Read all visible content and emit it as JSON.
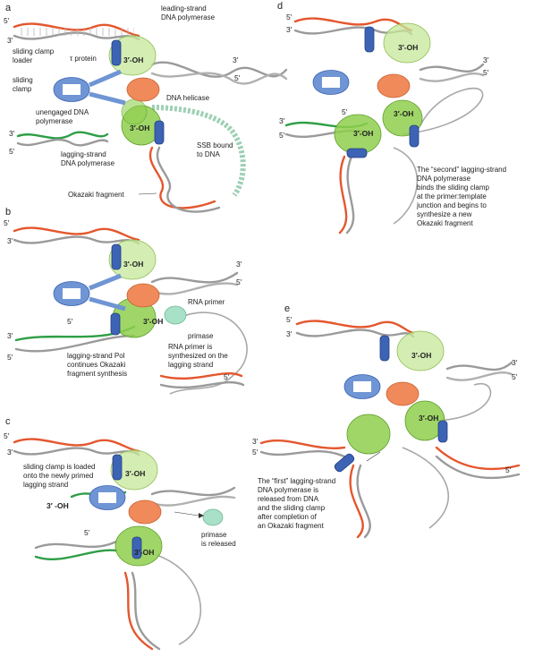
{
  "colors": {
    "template_red": "#e4572e",
    "template_orange": "#f39a6b",
    "strand_grey": "#9a9a9a",
    "primer_green": "#2e9e46",
    "polymerase_light_green": "#c6e79a",
    "polymerase_green": "#8fcf4e",
    "helicase_orange": "#f08a5a",
    "clamp_blue": "#3d63b5",
    "loader_blue": "#6f95d4",
    "ssb_green": "#9ed0b4",
    "primase_mint": "#a8e0c8"
  },
  "panels": {
    "a": {
      "letter": "a",
      "labels": {
        "leading_pol": [
          "leading-strand",
          "DNA polymerase"
        ],
        "clamp_loader": [
          "sliding clamp",
          "loader"
        ],
        "tau": "τ protein",
        "clamp": [
          "sliding",
          "clamp"
        ],
        "helicase": "DNA helicase",
        "unengaged": [
          "unengaged DNA",
          "polymerase"
        ],
        "lagging_pol": [
          "lagging-strand",
          "DNA polymerase"
        ],
        "ssb": [
          "SSB bound",
          "to DNA"
        ],
        "okazaki": "Okazaki fragment"
      }
    },
    "b": {
      "letter": "b",
      "labels": {
        "rna_primer": "RNA primer",
        "primase": "primase",
        "lagging_continues": [
          "lagging-strand Pol",
          "continues Okazaki",
          "fragment synthesis"
        ],
        "primer_synth": [
          "RNA primer is",
          "synthesized on the",
          "lagging strand"
        ]
      }
    },
    "c": {
      "letter": "c",
      "labels": {
        "clamp_loaded": [
          "sliding clamp is loaded",
          "onto the newly primed",
          "lagging strand"
        ],
        "oh_free": "3′ -OH",
        "primase_released": [
          "primase",
          "is released"
        ]
      }
    },
    "d": {
      "letter": "d",
      "labels": {
        "second_pol": [
          "The “second” lagging-strand",
          "DNA polymerase",
          "binds the sliding clamp",
          "at the primer:template",
          "junction and begins to",
          "synthesize a new",
          "Okazaki fragment"
        ]
      }
    },
    "e": {
      "letter": "e",
      "labels": {
        "first_pol": [
          "The “first” lagging-strand",
          "DNA polymerase is",
          "released from DNA",
          "and the sliding clamp",
          "after completion of",
          "an Okazaki fragment"
        ]
      }
    }
  },
  "ends": {
    "five": "5′",
    "three": "3′",
    "oh": "3′-OH"
  }
}
